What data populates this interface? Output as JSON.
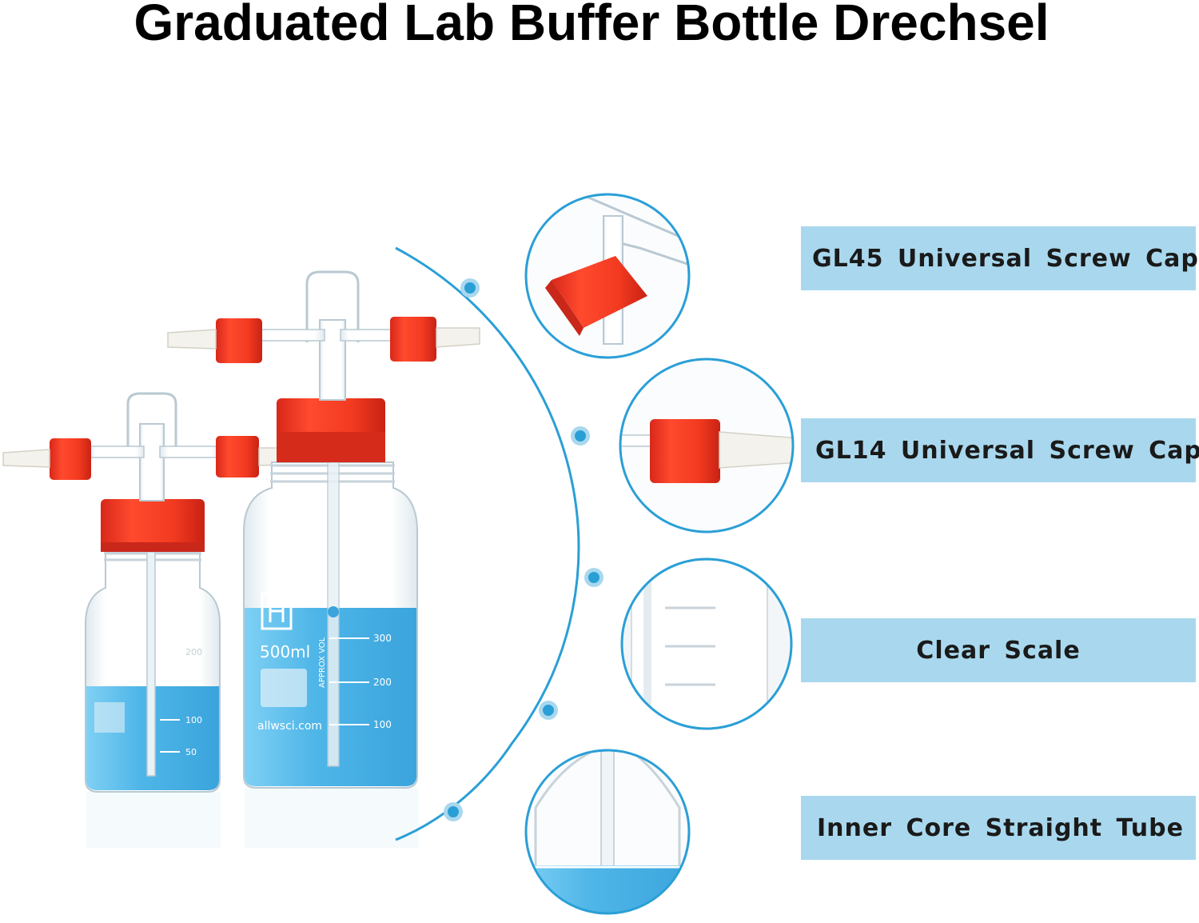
{
  "title": "Graduated Lab Buffer Bottle Drechsel",
  "colors": {
    "label_bg": "#a9d8ee",
    "accent_blue": "#2a9fd6",
    "cap_red": "#f03a21",
    "liquid_blue": "#4fb6e8"
  },
  "bottle_large": {
    "volume_label": "500ml",
    "scale_text": "APPROX VOL",
    "ticks": [
      "300",
      "200",
      "100"
    ],
    "website": "allwsci.com"
  },
  "bottle_small": {
    "ticks": [
      "200",
      "100",
      "50"
    ]
  },
  "features": [
    {
      "label": "GL45 Universal Screw Cap",
      "icon": "screw-cap-icon"
    },
    {
      "label": "GL14 Universal Screw Cap",
      "icon": "hose-connector-icon"
    },
    {
      "label": "Clear Scale",
      "icon": "scale-icon"
    },
    {
      "label": "Inner Core Straight Tube",
      "icon": "straight-tube-icon"
    }
  ]
}
